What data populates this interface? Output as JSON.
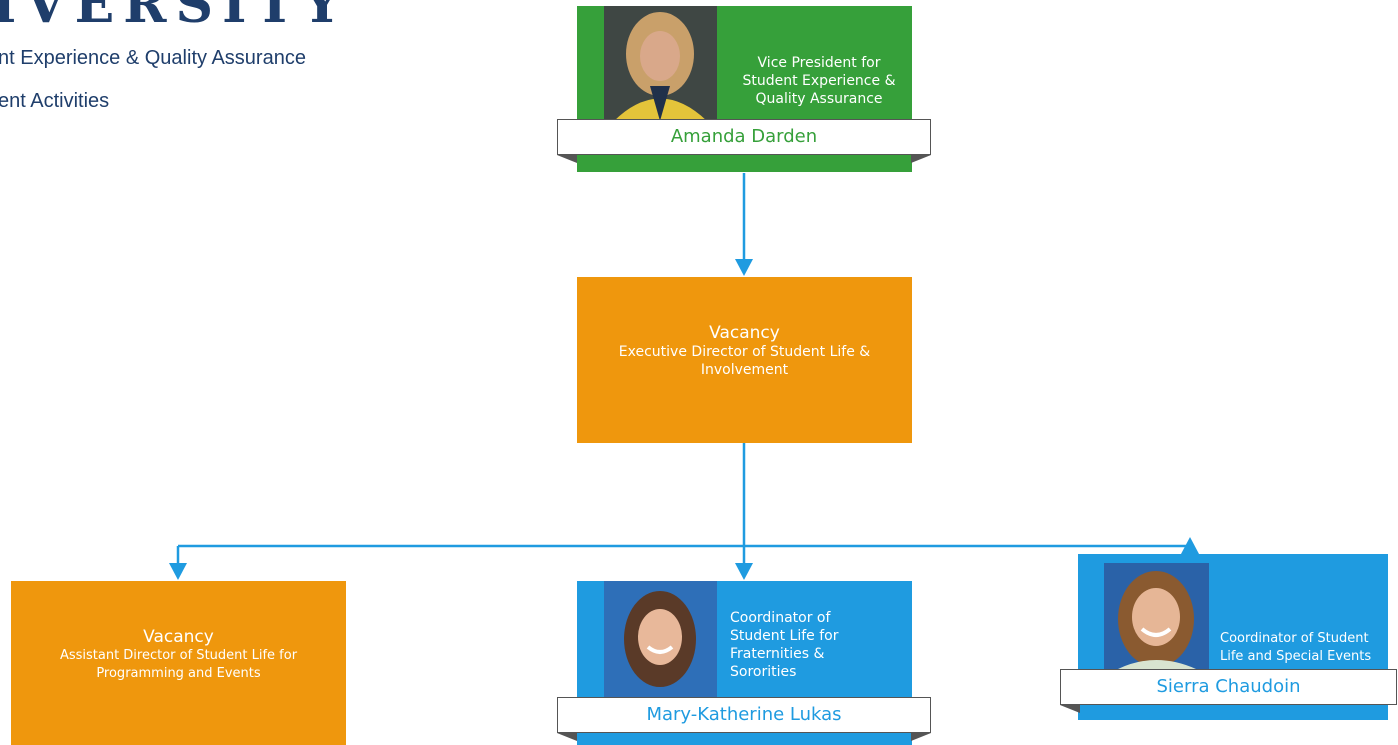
{
  "header": {
    "university_word": "IVERSITY",
    "subtitle_line1": "nt Experience & Quality Assurance",
    "subtitle_line2": "ent Activities"
  },
  "nodes": {
    "vp": {
      "role": "Vice President for Student Experience & Quality Assurance",
      "name": "Amanda Darden"
    },
    "exec_director": {
      "title": "Vacancy",
      "role": "Executive Director of Student Life & Involvement"
    },
    "asst_director": {
      "title": "Vacancy",
      "role": "Assistant Director of Student Life for Programming and Events"
    },
    "coord_frat": {
      "role": "Coordinator of Student Life for Fraternities & Sororities",
      "name": "Mary-Katherine Lukas"
    },
    "coord_events": {
      "role": "Coordinator of Student Life and Special Events",
      "name": "Sierra Chaudoin"
    }
  },
  "colors": {
    "green": "#36a03a",
    "orange": "#ef970d",
    "blue": "#1f9be0",
    "connector": "#1f9be0",
    "header_text": "#1f3e6b"
  }
}
